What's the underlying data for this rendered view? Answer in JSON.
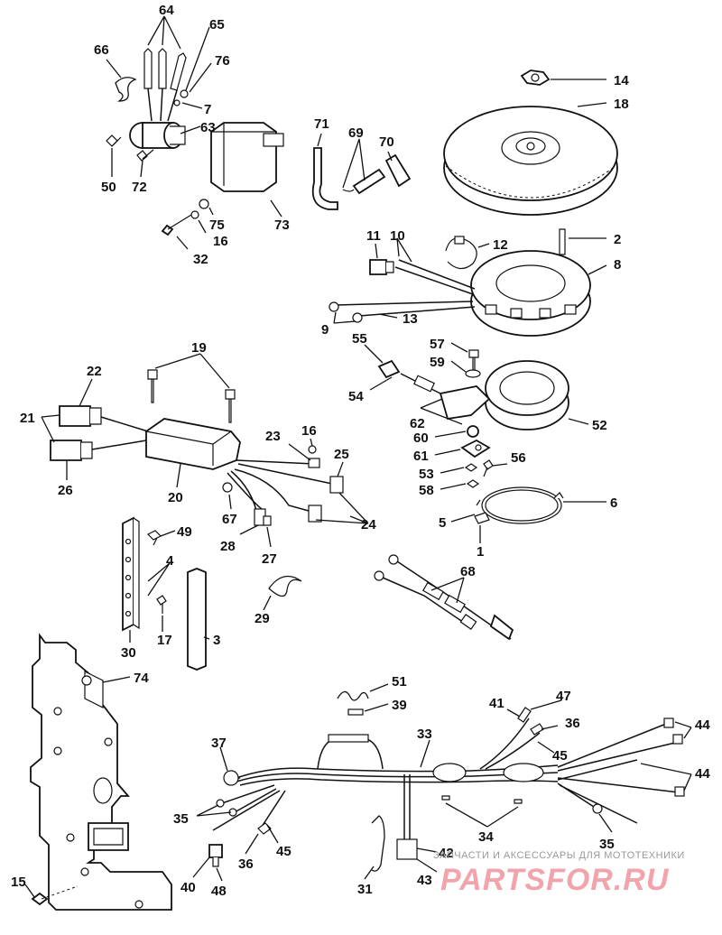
{
  "diagram": {
    "callouts": {
      "c64": "64",
      "c65": "65",
      "c66": "66",
      "c76": "76",
      "c7": "7",
      "c63": "63",
      "c50": "50",
      "c72": "72",
      "c71": "71",
      "c69": "69",
      "c70": "70",
      "c75": "75",
      "c16a": "16",
      "c73": "73",
      "c32": "32",
      "c14": "14",
      "c18": "18",
      "c2": "2",
      "c12": "12",
      "c8": "8",
      "c11": "11",
      "c10": "10",
      "c9": "9",
      "c13": "13",
      "c19": "19",
      "c22": "22",
      "c21": "21",
      "c26": "26",
      "c20": "20",
      "c23": "23",
      "c16b": "16",
      "c25": "25",
      "c67": "67",
      "c24": "24",
      "c28": "28",
      "c27": "27",
      "c55": "55",
      "c54": "54",
      "c57": "57",
      "c59": "59",
      "c62": "62",
      "c52": "52",
      "c60": "60",
      "c61": "61",
      "c53": "53",
      "c56": "56",
      "c58": "58",
      "c6": "6",
      "c5": "5",
      "c1": "1",
      "c49": "49",
      "c4": "4",
      "c17": "17",
      "c30": "30",
      "c3": "3",
      "c29": "29",
      "c68": "68",
      "c74": "74",
      "c51": "51",
      "c39": "39",
      "c41": "41",
      "c47": "47",
      "c36a": "36",
      "c45a": "45",
      "c44a": "44",
      "c44b": "44",
      "c37": "37",
      "c33": "33",
      "c35a": "35",
      "c34": "34",
      "c35b": "35",
      "c36b": "36",
      "c45b": "45",
      "c42": "42",
      "c40": "40",
      "c48": "48",
      "c31": "31",
      "c43": "43",
      "c15": "15"
    },
    "watermark": {
      "caption": "ЗАПЧАСТИ И АКСЕССУАРЫ ДЛЯ МОТОТЕХНИКИ",
      "logo_text": "PARTSFOR.RU",
      "color": "#e85b6a"
    }
  }
}
